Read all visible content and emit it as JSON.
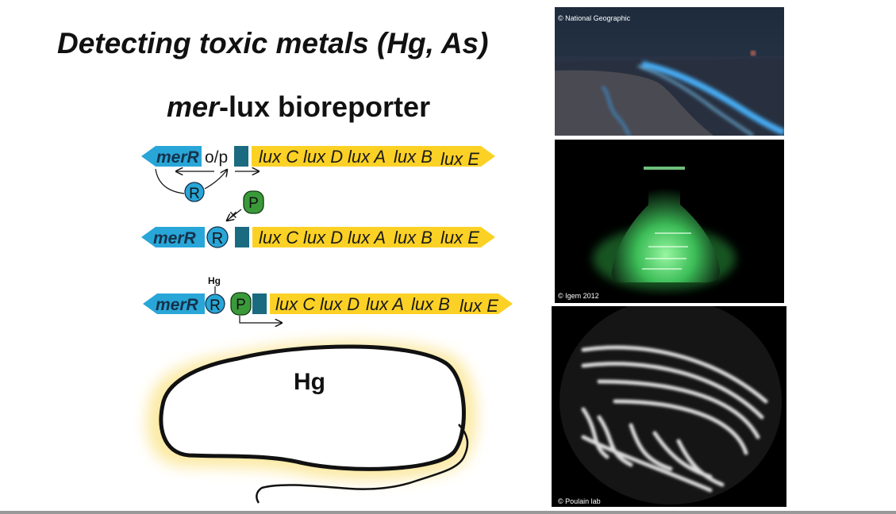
{
  "slide": {
    "title": "Detecting toxic metals (Hg, As)",
    "subtitle_italic": "mer",
    "subtitle_rest": "-lux bioreporter"
  },
  "constructs": {
    "row1": {
      "repressor_gene": "merR",
      "operator_label": "o/p",
      "genes": [
        "lux C",
        "lux D",
        "lux A",
        "lux B",
        "lux E"
      ],
      "repressor_symbol": "R",
      "promoter_symbol": "P"
    },
    "row2": {
      "repressor_gene": "merR",
      "genes": [
        "lux C",
        "lux D",
        "lux A",
        "lux B",
        "lux E"
      ],
      "repressor_symbol": "R"
    },
    "row3": {
      "repressor_gene": "merR",
      "metal_label": "Hg",
      "genes": [
        "lux C",
        "lux D",
        "lux A",
        "lux B",
        "lux E"
      ],
      "repressor_symbol": "R",
      "promoter_symbol": "P"
    }
  },
  "cell": {
    "label": "Hg"
  },
  "photos": [
    {
      "credit": "© National Geographic"
    },
    {
      "credit": "© Igem 2012"
    },
    {
      "credit": "© Poulain lab"
    }
  ],
  "colors": {
    "blue": "#29a6d8",
    "yellow": "#fcd125",
    "teal": "#1a6a80",
    "green": "#3a9a3a",
    "glow": "#fbe79a"
  }
}
